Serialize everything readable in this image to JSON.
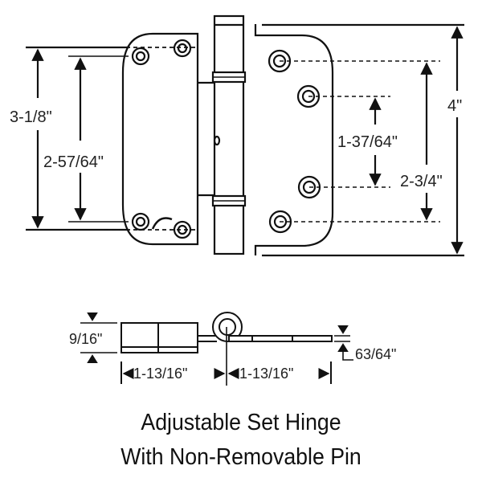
{
  "diagram": {
    "type": "technical-dimension-drawing",
    "subject": "hinge",
    "front_view": {
      "dimensions": {
        "left_outer": "3-1/8\"",
        "left_inner": "2-57/64\"",
        "right_inner": "1-37/64\"",
        "right_middle": "2-3/4\"",
        "right_outer": "4\""
      }
    },
    "side_view": {
      "dimensions": {
        "thickness_left": "9/16\"",
        "width_left": "1-13/16\"",
        "width_right": "1-13/16\"",
        "leaf_thickness": "63/64\""
      }
    }
  },
  "caption": {
    "line1": "Adjustable Set Hinge",
    "line2": "With Non-Removable Pin"
  },
  "colors": {
    "line": "#111111",
    "background": "#ffffff"
  }
}
